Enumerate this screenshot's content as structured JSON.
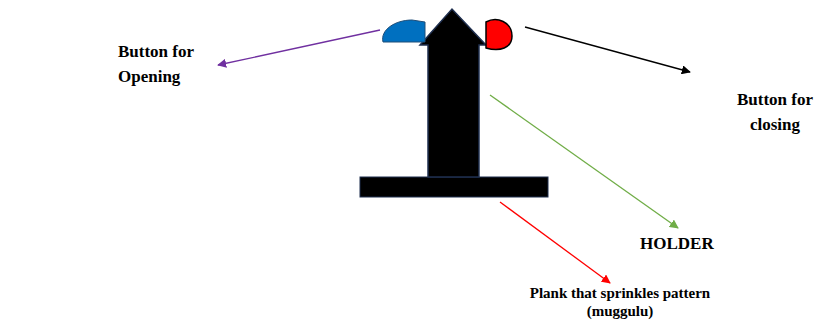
{
  "diagram": {
    "labels": [
      "Button for Opening",
      "Button for closing",
      "HOLDER",
      "Plank that sprinkles pattern (muggulu)"
    ]
  }
}
